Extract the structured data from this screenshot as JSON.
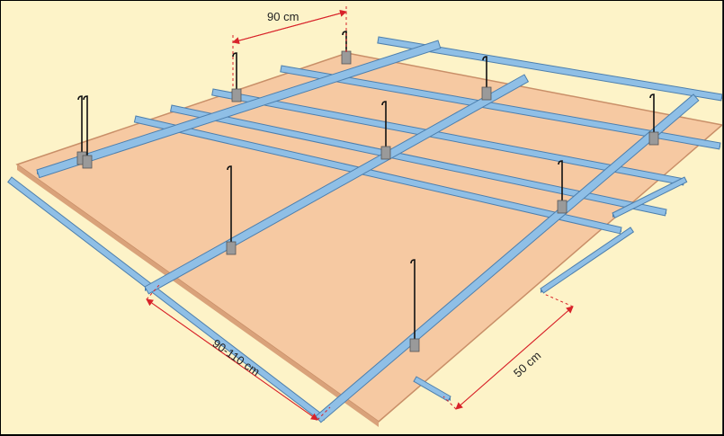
{
  "dimensions": {
    "main_spacing": "90 cm",
    "hanger_spacing": "90-110 cm",
    "cross_spacing": "50 cm"
  },
  "colors": {
    "background": "#fdf3c8",
    "board": "#f6c9a2",
    "board_edge": "#c98f68",
    "profile": "#8fbfe6",
    "profile_dark": "#4d7fad",
    "dimension_line": "#d8232a",
    "hanger": "#111111",
    "bracket": "#9a9a9a"
  }
}
